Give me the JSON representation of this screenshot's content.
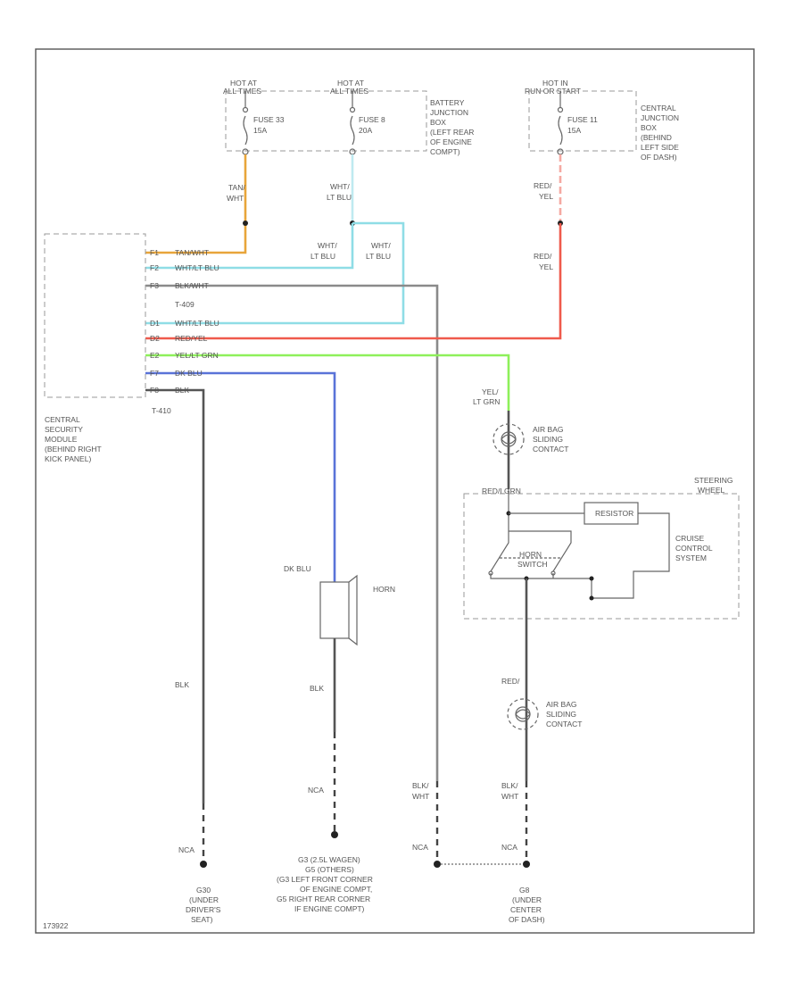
{
  "power": {
    "fuse33_hot": [
      "HOT AT",
      "ALL TIMES"
    ],
    "fuse8_hot": [
      "HOT AT",
      "ALL TIMES"
    ],
    "fuse11_hot": [
      "HOT IN",
      "RUN OR START"
    ],
    "fuse33": [
      "FUSE 33",
      "15A"
    ],
    "fuse8": [
      "FUSE 8",
      "20A"
    ],
    "fuse11": [
      "FUSE 11",
      "15A"
    ],
    "battery_jbox": [
      "BATTERY",
      "JUNCTION",
      "BOX",
      "(LEFT REAR",
      "OF ENGINE",
      "COMPT)"
    ],
    "central_jbox": [
      "CENTRAL",
      "JUNCTION",
      "BOX",
      "(BEHIND",
      "LEFT SIDE",
      "OF DASH)"
    ]
  },
  "wires": {
    "tan_wht": [
      "TAN/",
      "WHT"
    ],
    "wht_ltblu_top": [
      "WHT/",
      "LT BLU"
    ],
    "wht_ltblu_a": [
      "WHT/",
      "LT BLU"
    ],
    "wht_ltblu_b": [
      "WHT/",
      "LT BLU"
    ],
    "red_yel_top": [
      "RED/",
      "YEL"
    ],
    "red_yel_mid": [
      "RED/",
      "YEL"
    ],
    "yel_ltgrn": [
      "YEL/",
      "LT GRN"
    ],
    "dk_blu": "DK BLU",
    "blk_1": "BLK",
    "blk_2": "BLK",
    "blk_wht_1": [
      "BLK/",
      "WHT"
    ],
    "blk_wht_2": [
      "BLK/",
      "WHT"
    ],
    "red_lgrn": "RED/LGRN",
    "red_bottom": "RED/"
  },
  "module": {
    "pins": [
      {
        "pin": "F1",
        "label": "TAN/WHT"
      },
      {
        "pin": "F2",
        "label": "WHT/LT BLU"
      },
      {
        "pin": "F3",
        "label": "BLK/WHT"
      },
      {
        "pin": "",
        "label": "T-409"
      },
      {
        "pin": "D1",
        "label": "WHT/LT BLU"
      },
      {
        "pin": "D2",
        "label": "RED/YEL"
      },
      {
        "pin": "E2",
        "label": "YEL/LT GRN"
      },
      {
        "pin": "F7",
        "label": "DK BLU"
      },
      {
        "pin": "F8",
        "label": "BLK"
      }
    ],
    "connector_bottom": "T-410",
    "name": [
      "CENTRAL",
      "SECURITY",
      "MODULE",
      "(BEHIND RIGHT",
      "KICK PANEL)"
    ]
  },
  "components": {
    "clock_spring_top": [
      "AIR BAG",
      "SLIDING",
      "CONTACT"
    ],
    "clock_spring_bottom": [
      "AIR BAG",
      "SLIDING",
      "CONTACT"
    ],
    "steering_wheel": [
      "STEERING",
      "WHEEL"
    ],
    "resistor": "RESISTOR",
    "horn_switch": [
      "HORN",
      "SWITCH"
    ],
    "cruise": [
      "CRUISE",
      "CONTROL",
      "SYSTEM"
    ],
    "horn": "HORN"
  },
  "grounds": {
    "nca_1": "NCA",
    "nca_2": "NCA",
    "nca_3": "NCA",
    "nca_4": "NCA",
    "g_driver": [
      "G30",
      "(UNDER",
      "DRIVER'S",
      "SEAT)"
    ],
    "g_horn": [
      "G3 (2.5L WAGEN)",
      "G5 (OTHERS)",
      "(G3 LEFT FRONT CORNER",
      "OF ENGINE COMPT,",
      "G5 RIGHT REAR CORNER",
      "IF ENGINE COMPT)"
    ],
    "g_center": [
      "G8",
      "(UNDER",
      "CENTER",
      "OF DASH)"
    ]
  },
  "figure_id": "173922",
  "colors": {
    "tan": "#e8a53a",
    "light_blue": "#8fdde6",
    "red": "#ef5a4c",
    "green": "#8ef05a",
    "dark_blue": "#5a73d8",
    "gray_wire": "#8a8a8a",
    "black_wire": "#444444"
  }
}
